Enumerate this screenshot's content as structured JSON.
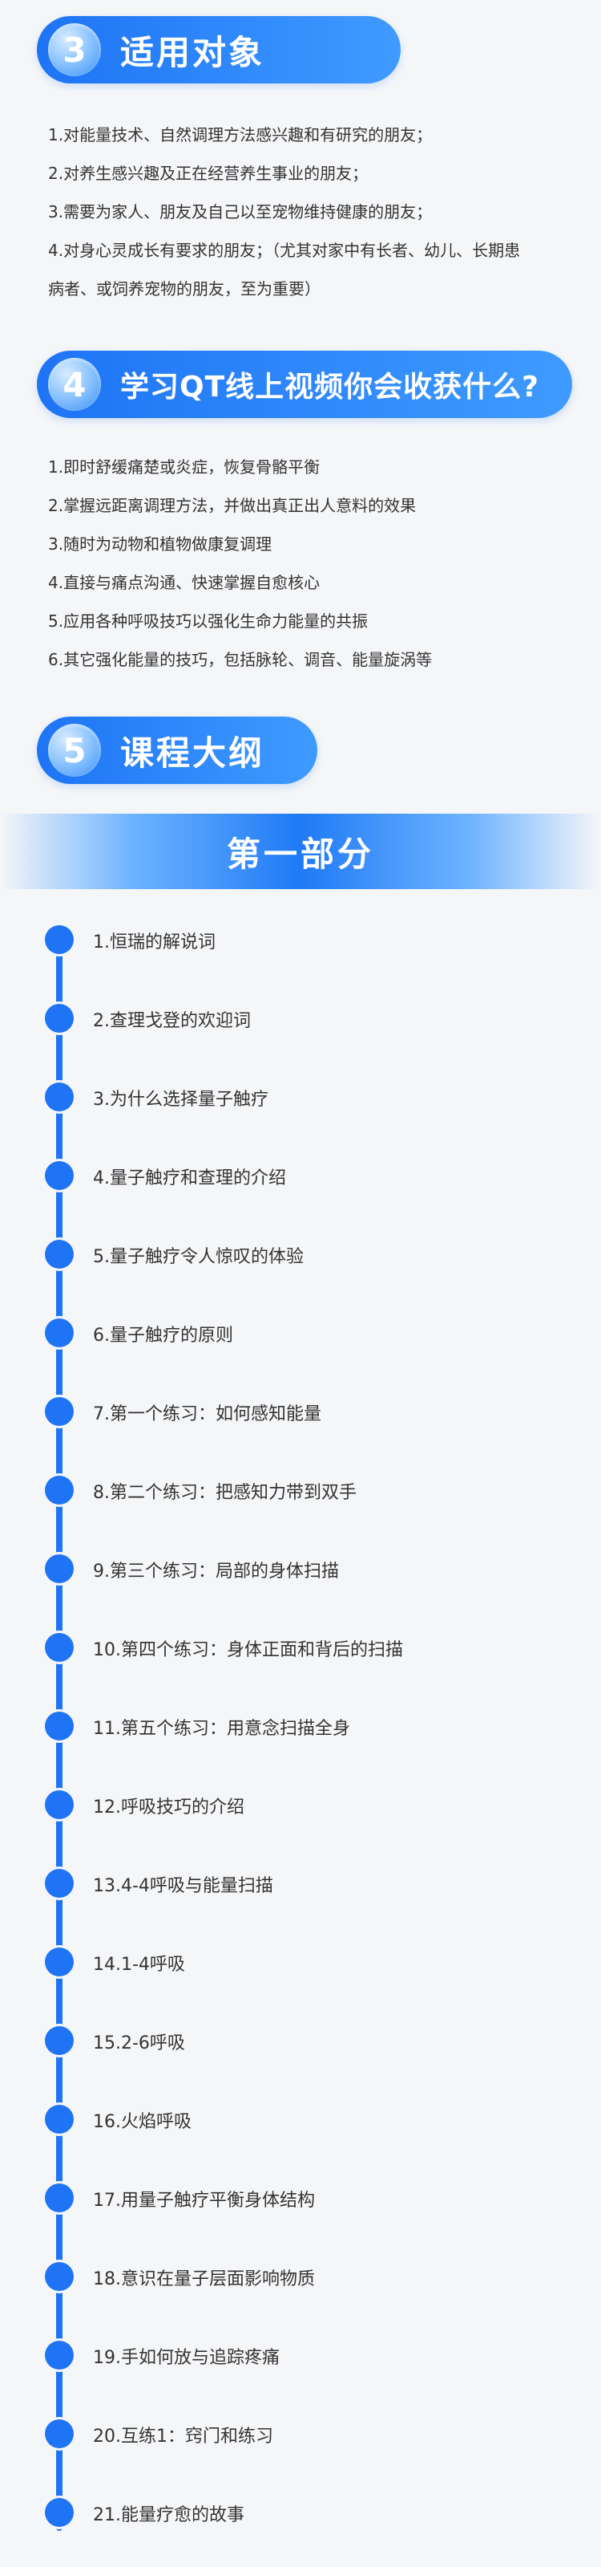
{
  "sections": [
    {
      "num": "3",
      "title": "适用对象",
      "items": [
        "1.对能量技术、自然调理方法感兴趣和有研究的朋友；",
        "2.对养生感兴趣及正在经营养生事业的朋友；",
        "3.需要为家人、朋友及自己以至宠物维持健康的朋友；",
        "4.对身心灵成长有要求的朋友；（尤其对家中有长者、幼儿、长期患",
        "病者、或饲养宠物的朋友，至为重要）"
      ]
    },
    {
      "num": "4",
      "title": "学习QT线上视频你会收获什么?",
      "items": [
        "1.即时舒缓痛楚或炎症，恢复骨骼平衡",
        "2.掌握远距离调理方法，并做出真正出人意料的效果",
        "3.随时为动物和植物做康复调理",
        "4.直接与痛点沟通、快速掌握自愈核心",
        "5.应用各种呼吸技巧以强化生命力能量的共振",
        "6.其它强化能量的技巧，包括脉轮、调音、能量旋涡等"
      ]
    },
    {
      "num": "5",
      "title": "课程大纲"
    }
  ],
  "part": {
    "title": "第一部分"
  },
  "outline": [
    "1.恒瑞的解说词",
    "2.查理戈登的欢迎词",
    "3.为什么选择量子触疗",
    "4.量子触疗和查理的介绍",
    "5.量子触疗令人惊叹的体验",
    "6.量子触疗的原则",
    "7.第一个练习：如何感知能量",
    "8.第二个练习：把感知力带到双手",
    "9.第三个练习：局部的身体扫描",
    "10.第四个练习：身体正面和背后的扫描",
    "11.第五个练习：用意念扫描全身",
    "12.呼吸技巧的介绍",
    "13.4-4呼吸与能量扫描",
    "14.1-4呼吸",
    "15.2-6呼吸",
    "16.火焰呼吸",
    "17.用量子触疗平衡身体结构",
    "18.意识在量子层面影响物质",
    "19.手如何放与追踪疼痛",
    "20.互练1：窍门和练习",
    "21.能量疗愈的故事"
  ]
}
